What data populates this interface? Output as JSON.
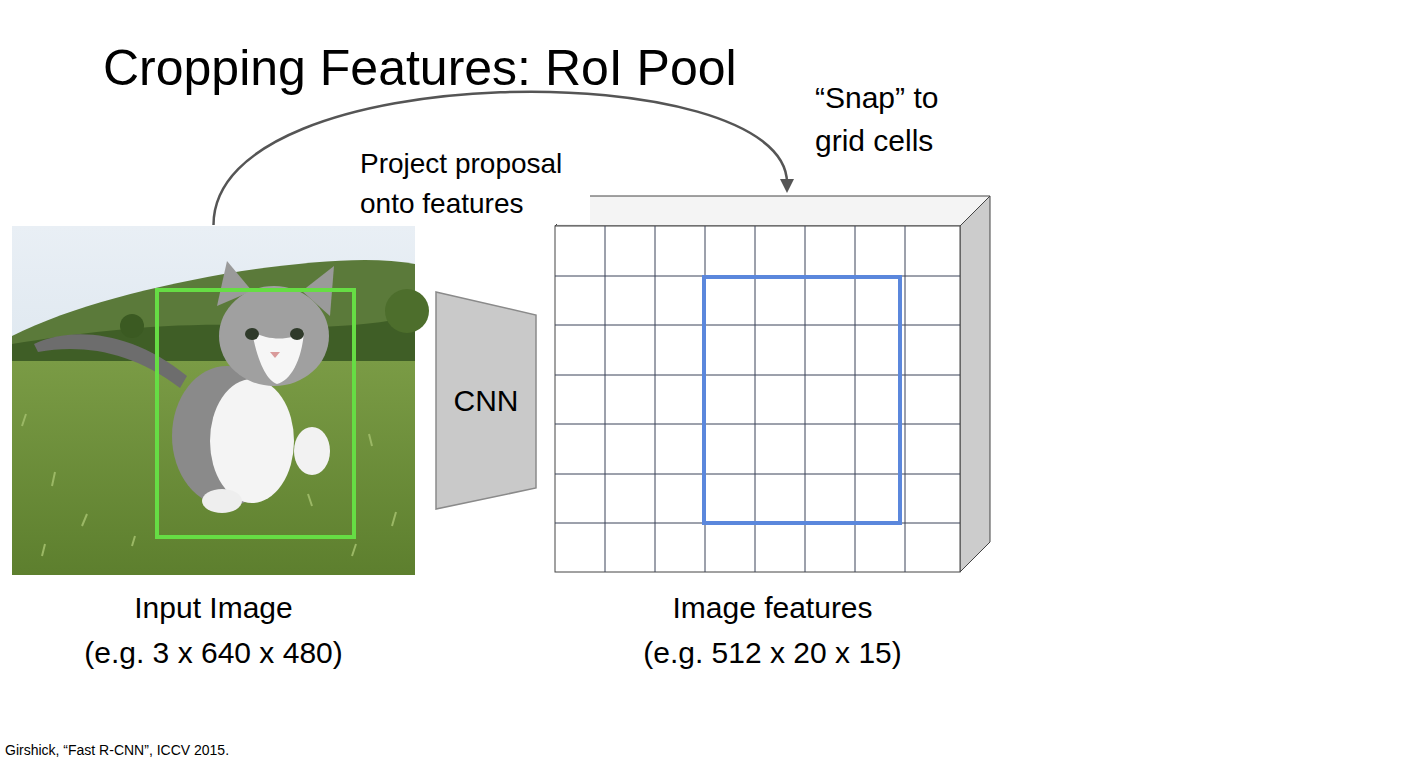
{
  "diagram": {
    "title": "Cropping Features: RoI Pool",
    "nodes": [
      {
        "text": [
          "Input Image",
          "(e.g. 3 x 640 x 480)"
        ]
      },
      {
        "text": [
          "CNN"
        ]
      },
      {
        "text": [
          "Image features",
          "(e.g. 512 x 20 x 15)"
        ]
      }
    ],
    "edges": [
      {
        "from": 0,
        "to": 2,
        "arrow": "to",
        "label": "Project proposal onto features"
      }
    ],
    "labels": [
      "“Snap” to grid cells",
      "Girshick, “Fast R-CNN”, ICCV 2015."
    ]
  }
}
